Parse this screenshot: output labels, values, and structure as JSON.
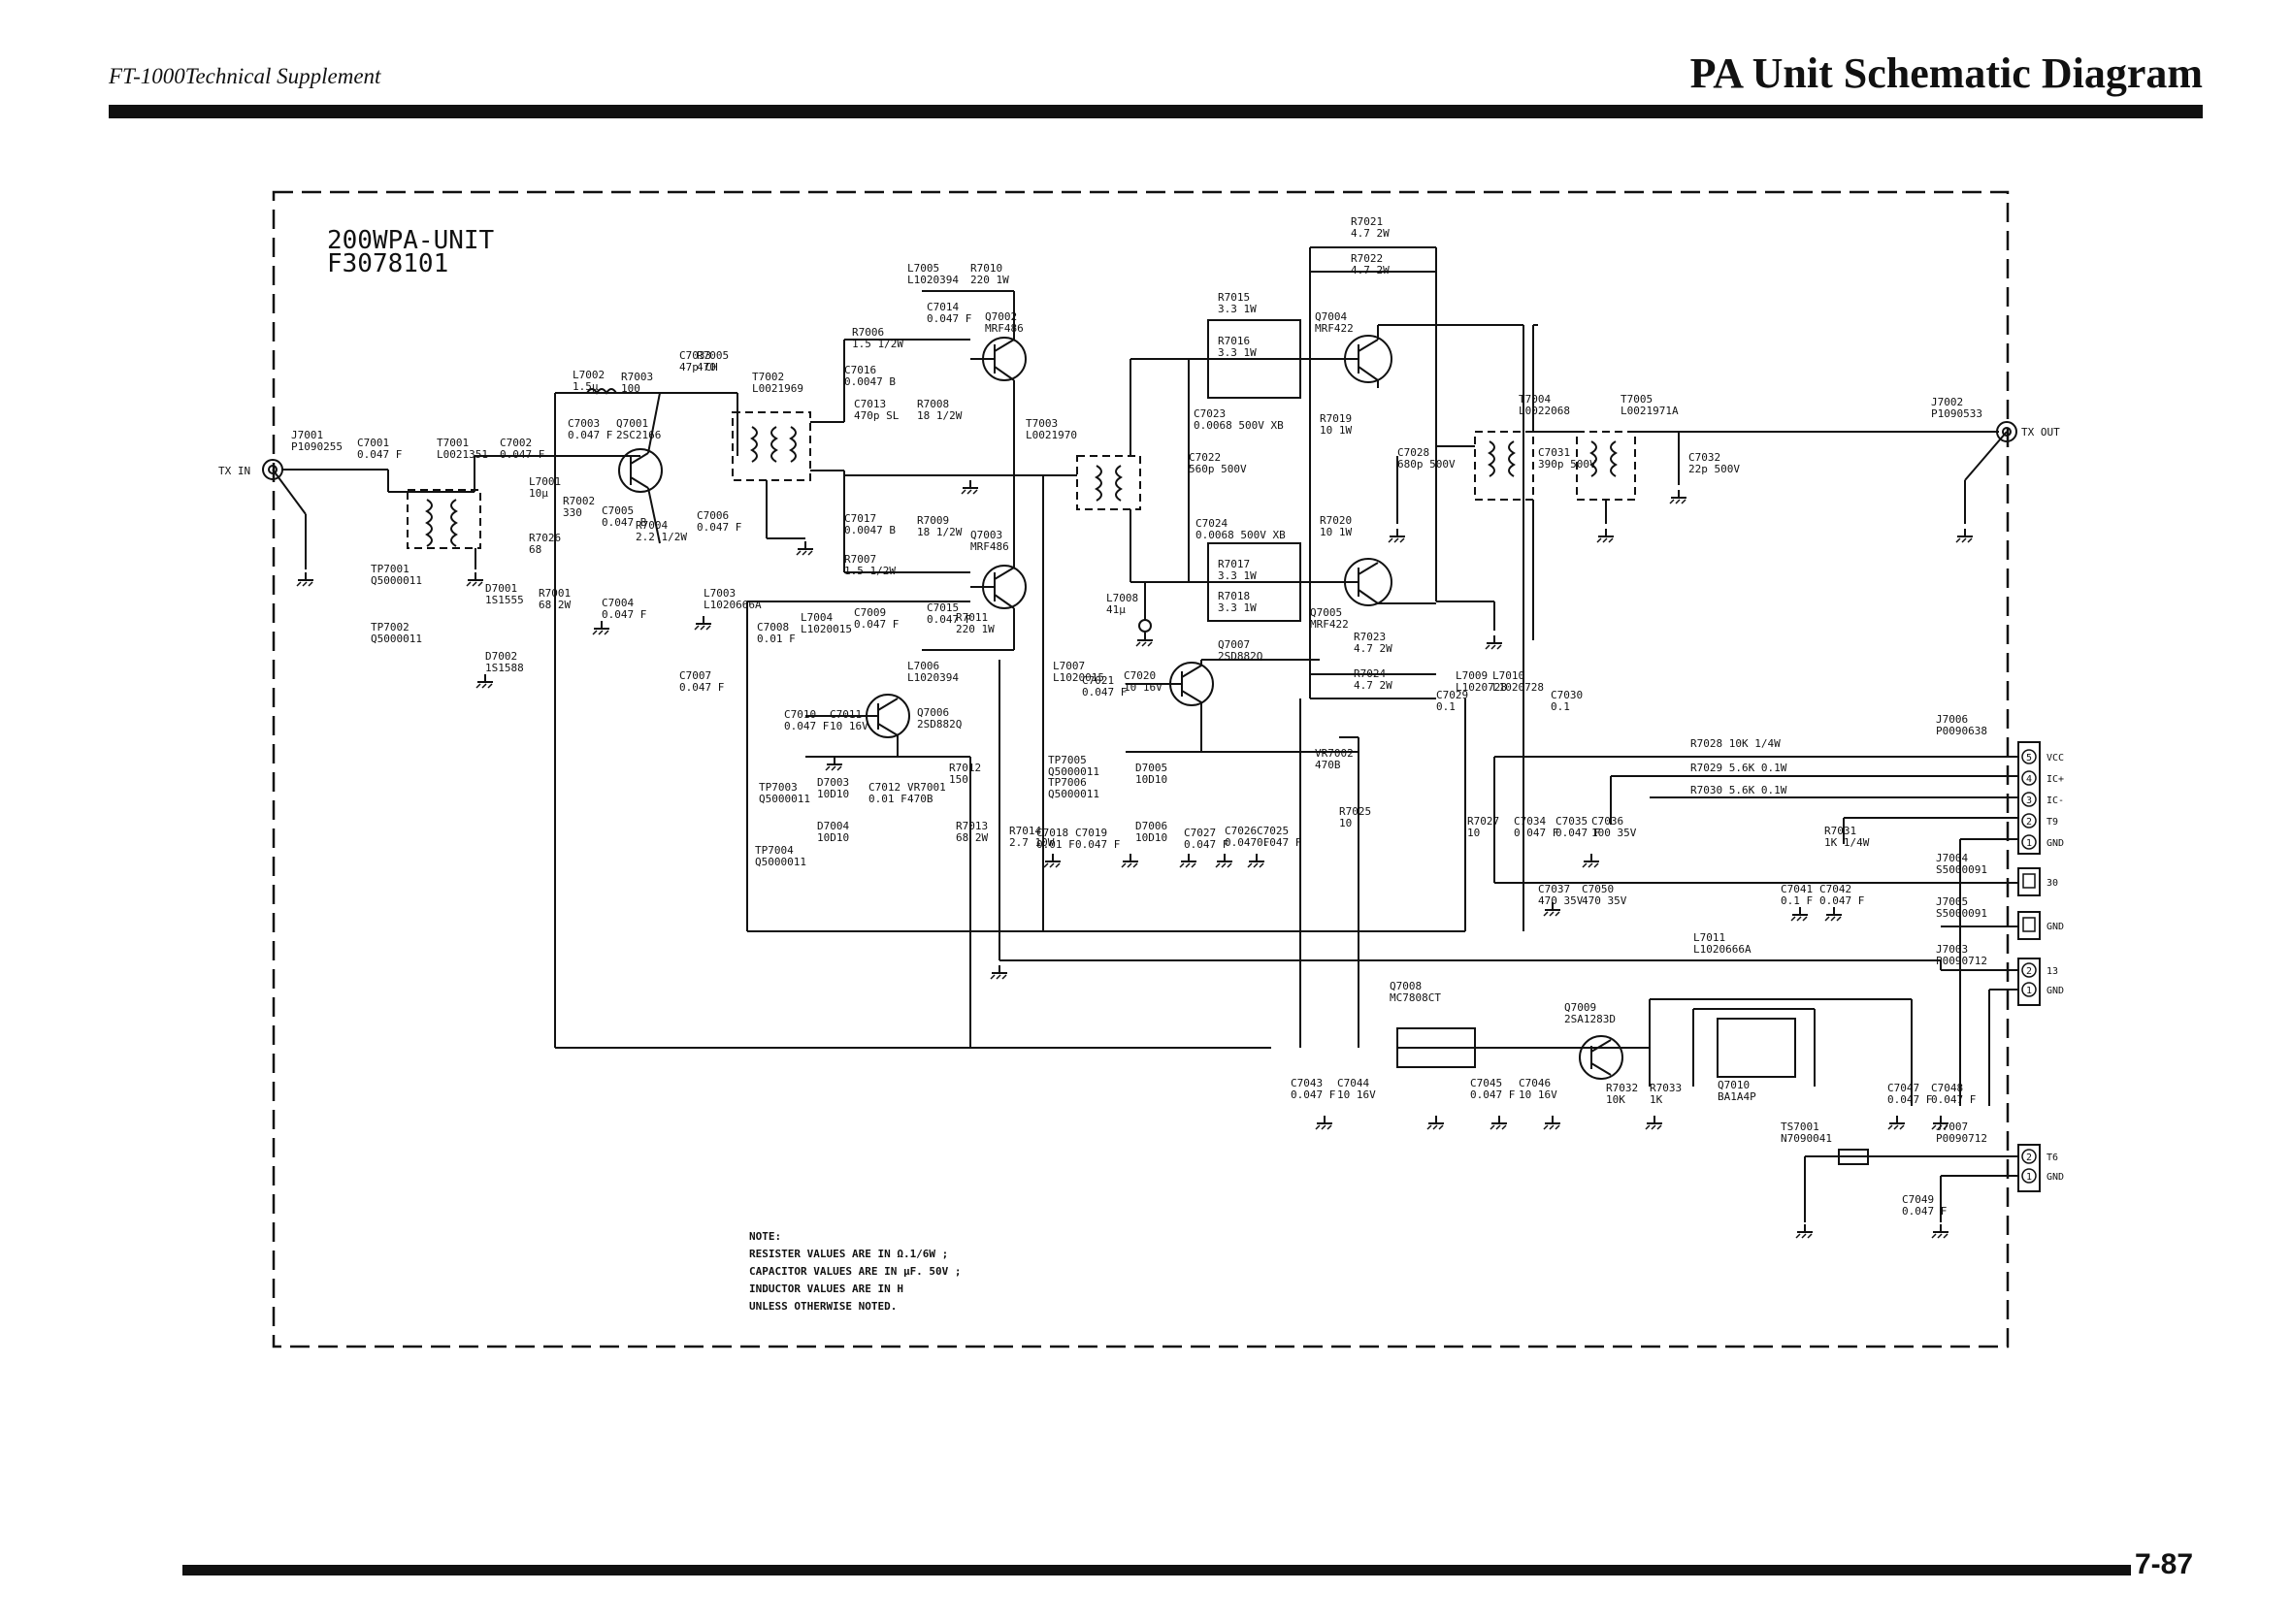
{
  "header": {
    "supplement": "FT-1000Technical Supplement",
    "title": "PA Unit Schematic Diagram"
  },
  "page_number": "7-87",
  "unit": {
    "name": "200WPA-UNIT",
    "part": "F3078101"
  },
  "io": {
    "tx_in": "TX IN",
    "tx_out": "TX OUT"
  },
  "components": [
    "J7001\nP1090255",
    "C7001\n0.047 F",
    "T7001\nL0021351",
    "C7002\n0.047 F",
    "L7002\n1.5μ",
    "R7003\n100",
    "C7003\n0.047 F",
    "Q7001\n2SC2166",
    "C7033\n47p CH",
    "R7005\n470",
    "T7002\nL0021969",
    "L7005\nL1020394",
    "R7010\n220 1W",
    "R7006\n1.5 1/2W",
    "C7014\n0.047 F",
    "Q7002\nMRF486",
    "C7016\n0.0047 B",
    "C7013\n470p SL",
    "R7008\n18 1/2W",
    "R7009\n18 1/2W",
    "C7017\n0.0047 B",
    "R7007\n1.5 1/2W",
    "Q7003\nMRF486",
    "C7015\n0.047 F",
    "R7011\n220 1W",
    "L7006\nL1020394",
    "T7003\nL0021970",
    "R7015\n3.3 1W",
    "R7016\n3.3 1W",
    "C7023\n0.0068 500V XB",
    "C7022\n560p 500V",
    "C7024\n0.0068 500V XB",
    "R7017\n3.3 1W",
    "R7018\n3.3 1W",
    "R7021\n4.7 2W",
    "R7022\n4.7 2W",
    "Q7004\nMRF422",
    "R7019\n10 1W",
    "R7020\n10 1W",
    "Q7005\nMRF422",
    "R7023\n4.7 2W",
    "R7024\n4.7 2W",
    "C7028\n680p 500V",
    "T7004\nL0022068",
    "C7031\n390p 500V",
    "T7005\nL0021971A",
    "C7032\n22p 500V",
    "J7002\nP1090533",
    "L7001\n10μ",
    "R7026\n68",
    "R7002\n330",
    "C7005\n0.047 B",
    "R7004\n2.2 1/2W",
    "C7006\n0.047 F",
    "TP7001\nQ5000011",
    "TP7002\nQ5000011",
    "D7001\n1S1555",
    "D7002\n1S1588",
    "R7001\n68 2W",
    "C7004\n0.047 F",
    "C7007\n0.047 F",
    "L7003\nL1020666A",
    "C7008\n0.01 F",
    "L7004\nL1020015",
    "C7009\n0.047 F",
    "C7010\n0.047 F",
    "C7011\n10 16V",
    "Q7006\n2SD882Q",
    "TP7003\nQ5000011",
    "TP7004\nQ5000011",
    "D7003\n10D10",
    "D7004\n10D10",
    "C7012\n0.01 F",
    "VR7001\n470B",
    "R7012\n150",
    "R7013\n68 2W",
    "R7014\n2.7 10W",
    "L7008\n41μ",
    "L7007\nL1020015",
    "C7021\n0.047 F",
    "C7020\n10 16V",
    "Q7007\n2SD882Q",
    "TP7005\nQ5000011",
    "TP7006\nQ5000011",
    "D7005\n10D10",
    "D7006\n10D10",
    "C7018\n0.01 F",
    "C7019\n0.047 F",
    "C7027\n0.047 F",
    "C7026\n0.047 F",
    "C7025\n0.047 F",
    "VR7002\n470B",
    "R7025\n10",
    "C7029\n0.1",
    "L7009\nL1020728",
    "L7010\nL1020728",
    "C7030\n0.1",
    "R7027\n10",
    "C7034\n0.047 F",
    "C7035\n0.047 F",
    "C7036\n100 35V",
    "C7037\n470 35V",
    "C7050\n470 35V",
    "R7028 10K 1/4W",
    "R7029 5.6K 0.1W",
    "R7030 5.6K 0.1W",
    "R7031\n1K 1/4W",
    "C7041\n0.1 F",
    "C7042\n0.047 F",
    "L7011\nL1020666A",
    "Q7008\nMC7808CT",
    "Q7009\n2SA1283D",
    "C7043\n0.047 F",
    "C7044\n10 16V",
    "C7045\n0.047 F",
    "C7046\n10 16V",
    "R7032\n10K",
    "R7033\n1K",
    "Q7010\nBA1A4P",
    "C7047\n0.047 F",
    "C7048\n0.047 F",
    "TS7001\nN7090041",
    "C7049\n0.047 F",
    "J7006\nP0090638",
    "J7004\nS5000091",
    "J7005\nS5000091",
    "J7003\nP0090712",
    "J7007\nP0090712"
  ],
  "connectors": {
    "j7006_pins": [
      {
        "num": "5",
        "label": "VCC"
      },
      {
        "num": "4",
        "label": "IC+"
      },
      {
        "num": "3",
        "label": "IC-"
      },
      {
        "num": "2",
        "label": "T9"
      },
      {
        "num": "1",
        "label": "GND"
      }
    ],
    "j7004_label": "30",
    "j7005_label": "GND",
    "j7003_pins": [
      {
        "num": "2",
        "label": "13"
      },
      {
        "num": "1",
        "label": "GND"
      }
    ],
    "j7007_pins": [
      {
        "num": "2",
        "label": "T6"
      },
      {
        "num": "1",
        "label": "GND"
      }
    ]
  },
  "notes": [
    "NOTE:",
    "RESISTER VALUES ARE IN Ω.1/6W ;",
    "CAPACITOR VALUES ARE IN μF. 50V ;",
    "INDUCTOR VALUES ARE IN H",
    "UNLESS OTHERWISE NOTED."
  ]
}
